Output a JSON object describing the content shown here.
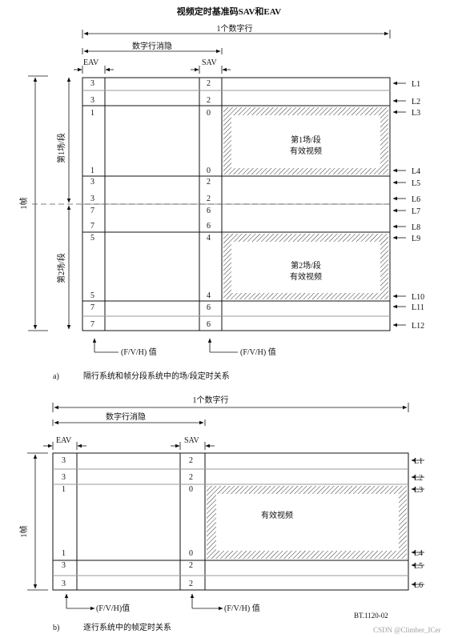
{
  "title": "视频定时基准码SAV和EAV",
  "code": "BT.1120-02",
  "watermark": "CSDN @Climber_ICer",
  "field_value_label": "(F/V/H) 值",
  "diagram_a": {
    "caption_letter": "a)",
    "caption": "隔行系统和帧分段系统中的场/段定时关系",
    "line_label": "1个数字行",
    "blanking_label": "数字行消隐",
    "eav_label": "EAV",
    "sav_label": "SAV",
    "frame_label": "1帧",
    "field1_label": "第1场/段",
    "field2_label": "第2场/段",
    "active1_line1": "第1场/段",
    "active1_line2": "有效视频",
    "active2_line1": "第2场/段",
    "active2_line2": "有效视频",
    "eav_values": [
      "3",
      "3",
      "1",
      "1",
      "3",
      "3",
      "7",
      "7",
      "5",
      "5",
      "7",
      "7"
    ],
    "sav_values": [
      "2",
      "2",
      "0",
      "0",
      "2",
      "2",
      "6",
      "6",
      "4",
      "4",
      "6",
      "6"
    ],
    "line_markers": [
      "L1",
      "L2",
      "L3",
      "L4",
      "L5",
      "L6",
      "L7",
      "L8",
      "L9",
      "L10",
      "L11",
      "L12"
    ]
  },
  "diagram_b": {
    "caption_letter": "b)",
    "caption": "逐行系统中的帧定时关系",
    "line_label": "1个数字行",
    "blanking_label": "数字行消隐",
    "eav_label": "EAV",
    "sav_label": "SAV",
    "frame_label": "1帧",
    "active_label": "有效视频",
    "eav_values": [
      "3",
      "3",
      "1",
      "1",
      "3",
      "3"
    ],
    "sav_values": [
      "2",
      "2",
      "0",
      "0",
      "2",
      "2"
    ],
    "line_markers": [
      "L1",
      "L2",
      "L3",
      "L4",
      "L5",
      "L6"
    ],
    "field_value_label_left": "(F/V/H)值",
    "field_value_label_right": "(F/V/H) 值"
  }
}
